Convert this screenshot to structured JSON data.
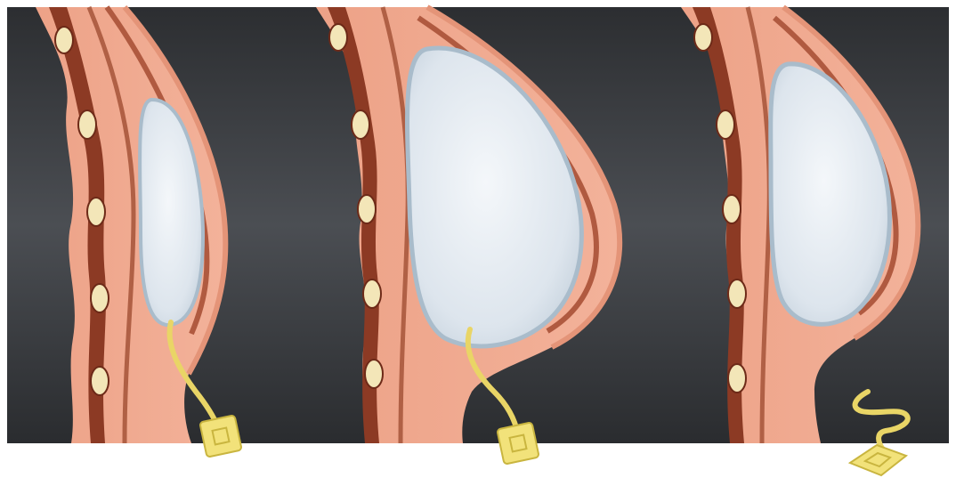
{
  "colors": {
    "background": "#ffffff",
    "panel_dark": "#2f3134",
    "panel_mid": "#4a4d52",
    "skin": "#f1a98e",
    "skin_dark": "#d98a70",
    "muscle": "#a6553c",
    "muscle_dark": "#7a2f1c",
    "rib": "#f3e6b8",
    "implant_fill": "#dfe6ee",
    "implant_edge": "#a9bccb",
    "port": "#f2e27a",
    "port_edge": "#c9b53f"
  },
  "panels": [
    {
      "stage": "expander-partially-filled",
      "port_attached": true
    },
    {
      "stage": "expander-fully-filled",
      "port_attached": true
    },
    {
      "stage": "permanent-implant",
      "port_attached": false
    }
  ]
}
